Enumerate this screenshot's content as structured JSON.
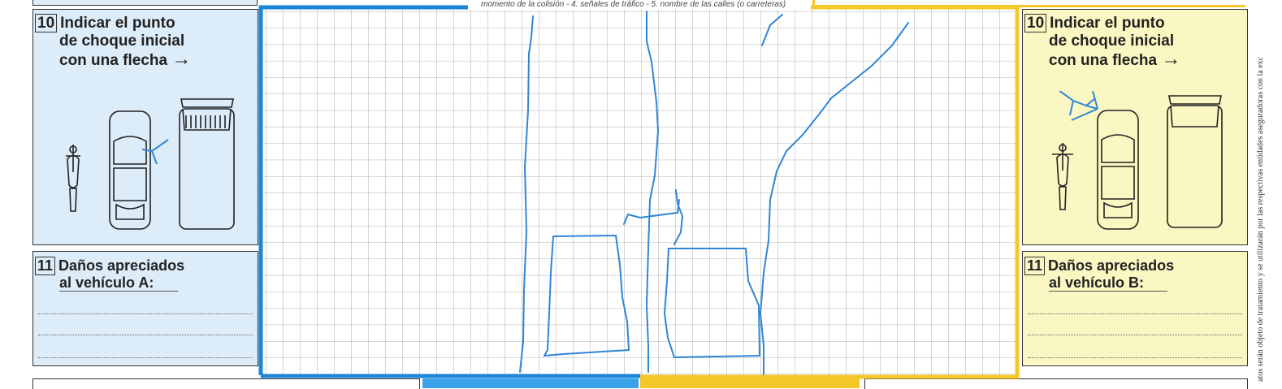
{
  "colors": {
    "blue": "#1a86d8",
    "yellow": "#f5c82a",
    "panel_a_bg": "#dcecf9",
    "panel_b_bg": "#fbf7c2",
    "pen": "#2f86d6"
  },
  "top_caption": "momento de la colisión - 4. señales de tráfico - 5. nombre de las calles (o carreteras)",
  "side_text": "atos serán objeto de tratamiento y se utilizarán por las respectivas entidades aseguradoras con la exc",
  "vehicle_a": {
    "impact": {
      "number": "10",
      "title_lines": [
        "Indicar el punto",
        "de choque inicial",
        "con una flecha"
      ],
      "arrow": "→"
    },
    "damage": {
      "number": "11",
      "title_lines": [
        "Daños apreciados",
        "al vehículo A:"
      ]
    },
    "icons": [
      "motorcycle-icon",
      "car-icon",
      "truck-icon"
    ]
  },
  "vehicle_b": {
    "impact": {
      "number": "10",
      "title_lines": [
        "Indicar el punto",
        "de choque inicial",
        "con una flecha"
      ],
      "arrow": "→"
    },
    "damage": {
      "number": "11",
      "title_lines": [
        "Daños apreciados",
        "al vehículo B:"
      ]
    },
    "icons": [
      "motorcycle-icon",
      "car-icon",
      "truck-icon"
    ]
  }
}
